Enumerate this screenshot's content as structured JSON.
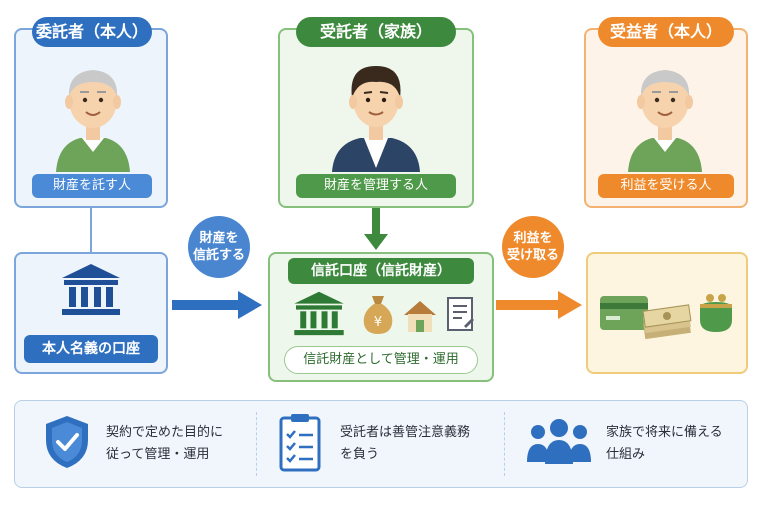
{
  "settlor": {
    "title": "委託者（本人）",
    "role": "財産を託す人"
  },
  "trustee": {
    "title": "受託者（家族）",
    "role": "財産を管理する人"
  },
  "beneficiary": {
    "title": "受益者（本人）",
    "role": "利益を受ける人"
  },
  "own_account": {
    "label": "本人名義の口座"
  },
  "arrow_entrust": {
    "line1": "財産を",
    "line2": "信託する"
  },
  "arrow_receive": {
    "line1": "利益を",
    "line2": "受け取る"
  },
  "trust_account": {
    "title": "信託口座（信託財産）",
    "footer": "信託財産として管理・運用"
  },
  "features": [
    {
      "line1": "契約で定めた目的に",
      "line2": "従って管理・運用"
    },
    {
      "line1": "受託者は善管注意義務",
      "line2": "を負う"
    },
    {
      "line1": "家族で将来に備える",
      "line2": "仕組み"
    }
  ],
  "colors": {
    "blue": "#2f6fc0",
    "green": "#3d8a3f",
    "orange": "#ef8a2c"
  }
}
